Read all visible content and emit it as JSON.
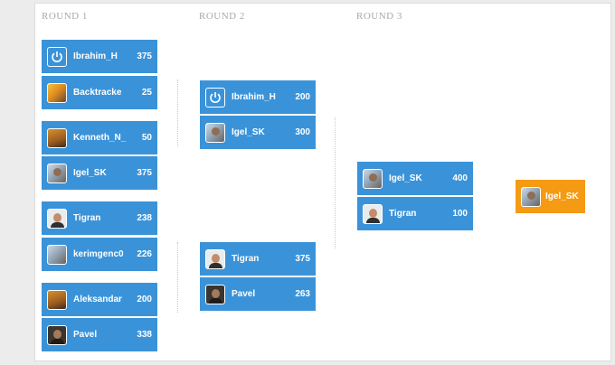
{
  "rounds": [
    {
      "title": "ROUND 1"
    },
    {
      "title": "ROUND 2"
    },
    {
      "title": "ROUND 3"
    }
  ],
  "round1": [
    {
      "name": "Ibrahim_H",
      "score": "375",
      "avatar": "power-icon"
    },
    {
      "name": "Backtracke",
      "score": "25",
      "avatar": "photo-avatar"
    },
    {
      "name": "Kenneth_N_",
      "score": "50",
      "avatar": "photo-avatar"
    },
    {
      "name": "Igel_SK",
      "score": "375",
      "avatar": "person-avatar"
    },
    {
      "name": "Tigran",
      "score": "238",
      "avatar": "person-avatar"
    },
    {
      "name": "kerimgenc0",
      "score": "226",
      "avatar": "photo-avatar"
    },
    {
      "name": "Aleksandar",
      "score": "200",
      "avatar": "photo-avatar"
    },
    {
      "name": "Pavel",
      "score": "338",
      "avatar": "person-avatar"
    }
  ],
  "round2": [
    {
      "name": "Ibrahim_H",
      "score": "200",
      "avatar": "power-icon"
    },
    {
      "name": "Igel_SK",
      "score": "300",
      "avatar": "person-avatar"
    },
    {
      "name": "Tigran",
      "score": "375",
      "avatar": "person-avatar"
    },
    {
      "name": "Pavel",
      "score": "263",
      "avatar": "person-avatar"
    }
  ],
  "round3": [
    {
      "name": "Igel_SK",
      "score": "400",
      "avatar": "person-avatar"
    },
    {
      "name": "Tigran",
      "score": "100",
      "avatar": "person-avatar"
    }
  ],
  "winner": {
    "name": "Igel_SK",
    "avatar": "person-avatar"
  },
  "colors": {
    "slot": "#3a93d9",
    "winner": "#f59a13",
    "round_title": "#a9a9a9"
  }
}
